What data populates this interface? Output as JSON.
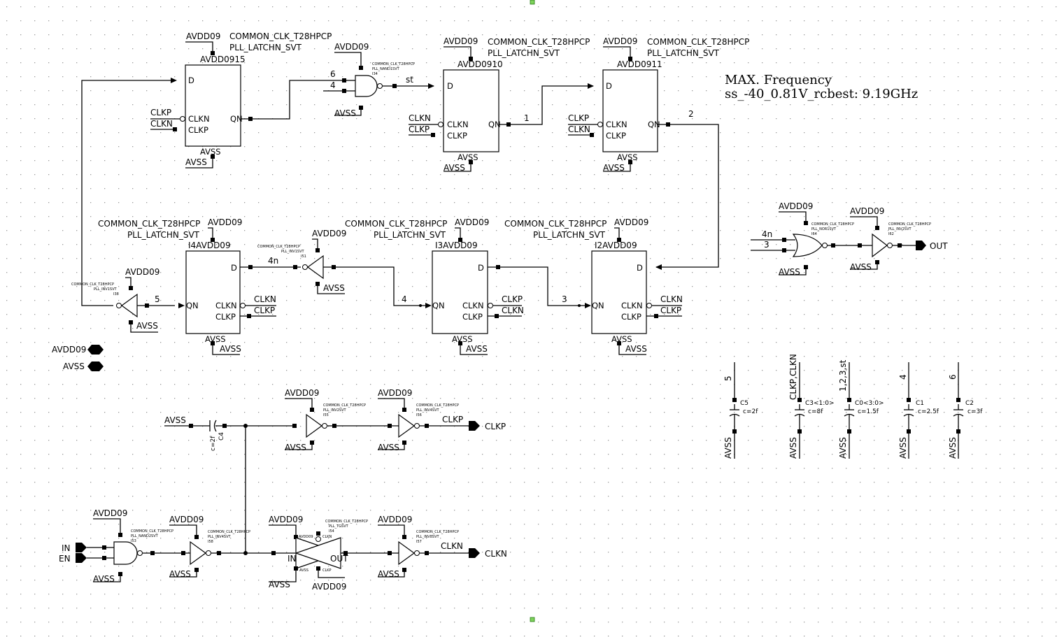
{
  "cell": {
    "lib": "COMMON_CLK_T28HPCP",
    "latch": "PLL_LATCHN_SVT"
  },
  "supplies": {
    "vdd": "AVDD09",
    "vss": "AVSS"
  },
  "pins": {
    "d": "D",
    "qn": "QN",
    "clkn": "CLKN",
    "clkp": "CLKP",
    "in": "IN",
    "out": "OUT"
  },
  "latches": {
    "i5": "AVDD0915",
    "i10": "AVDD0910",
    "i11": "AVDD0911",
    "i4": "I4AVDD09",
    "i3": "I3AVDD09",
    "i2": "I2AVDD09"
  },
  "nets": {
    "n1": "1",
    "n2": "2",
    "n3": "3",
    "n4": "4",
    "n4n": "4n",
    "n5": "5",
    "n6": "6",
    "st": "st",
    "clkp": "CLKP",
    "clkn": "CLKN",
    "out": "OUT",
    "in": "IN",
    "en": "EN",
    "cap_clk": "CLKP,CLKN",
    "cap_st": "1,2,3,st"
  },
  "gates": {
    "nand": "PLL_NAND1SVT",
    "nand_id": "I34",
    "nor": "PLL_NOR1SVT",
    "nor_id": "I64",
    "inv2": "PLL_INV2SVT",
    "inv2_id": "I62",
    "inv1": "PLL_INV1SVT",
    "inv1_id": "I38",
    "inv1b": "PLL_INV1SVT",
    "inv1b_id": "I51",
    "inv_a": "PLL_INV2SVT",
    "inv_a_id": "I55",
    "inv_b": "PLL_INV4SVT",
    "inv_b_id": "I56",
    "nand2": "PLL_NAND2SVT",
    "nand2_id": "I53",
    "inv_c": "PLL_INV4SVT",
    "inv_c_id": "I58",
    "tg": "PLL_TGSVT",
    "tg_id": "I54",
    "inv_d": "PLL_INV8SVT",
    "inv_d_id": "I57"
  },
  "caps": [
    {
      "net": "5",
      "name": "C5",
      "value": "c=2f"
    },
    {
      "net": "CLKP,CLKN",
      "name": "C3<1:0>",
      "value": "c=8f"
    },
    {
      "net": "1,2,3,st",
      "name": "C0<3:0>",
      "value": "c=1.5f"
    },
    {
      "net": "4",
      "name": "C1",
      "value": "c=2.5f"
    },
    {
      "net": "6",
      "name": "C2",
      "value": "c=3f"
    }
  ],
  "c4": {
    "name": "C4",
    "value": "c=2f"
  },
  "note": {
    "title": "MAX. Frequency",
    "corner": "ss_-40_0.81V_rcbest: 9.19GHz"
  }
}
